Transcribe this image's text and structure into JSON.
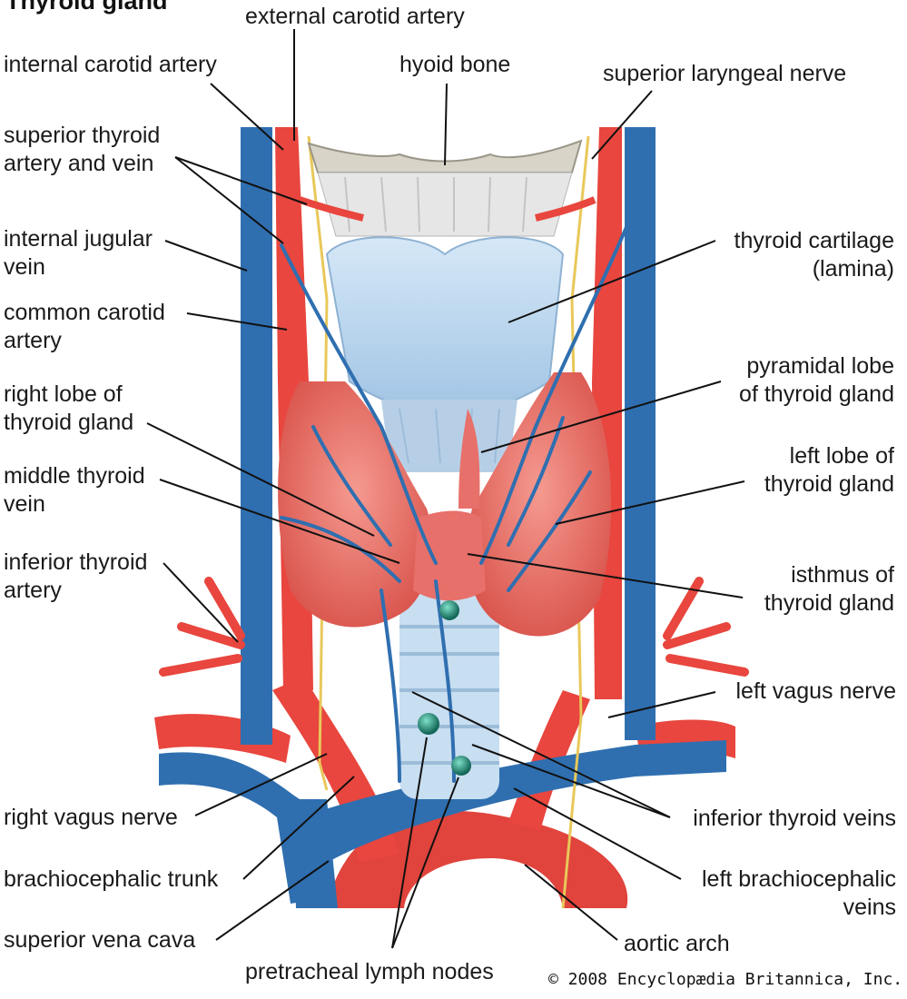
{
  "title": "Thyroid gland",
  "copyright": "© 2008 Encyclopædia Britannica, Inc.",
  "labels": {
    "external_carotid_artery": "external carotid artery",
    "internal_carotid_artery": "internal carotid artery",
    "hyoid_bone": "hyoid bone",
    "superior_laryngeal_nerve": "superior laryngeal nerve",
    "superior_thyroid_artery_vein_1": "superior thyroid",
    "superior_thyroid_artery_vein_2": "artery and vein",
    "internal_jugular_vein_1": "internal jugular",
    "internal_jugular_vein_2": "vein",
    "thyroid_cartilage_1": "thyroid cartilage",
    "thyroid_cartilage_2": "(lamina)",
    "common_carotid_artery_1": "common carotid",
    "common_carotid_artery_2": "artery",
    "pyramidal_lobe_1": "pyramidal lobe",
    "pyramidal_lobe_2": "of thyroid gland",
    "right_lobe_1": "right lobe of",
    "right_lobe_2": "thyroid gland",
    "left_lobe_1": "left lobe of",
    "left_lobe_2": "thyroid gland",
    "middle_thyroid_vein_1": "middle thyroid",
    "middle_thyroid_vein_2": "vein",
    "inferior_thyroid_artery_1": "inferior thyroid",
    "inferior_thyroid_artery_2": "artery",
    "isthmus_1": "isthmus of",
    "isthmus_2": "thyroid gland",
    "left_vagus_nerve": "left vagus nerve",
    "right_vagus_nerve": "right vagus nerve",
    "inferior_thyroid_veins": "inferior thyroid veins",
    "brachiocephalic_trunk": "brachiocephalic trunk",
    "left_brachiocephalic_veins_1": "left brachiocephalic",
    "left_brachiocephalic_veins_2": "veins",
    "superior_vena_cava": "superior vena cava",
    "aortic_arch": "aortic arch",
    "pretracheal_lymph_nodes": "pretracheal lymph nodes"
  },
  "colors": {
    "artery": "#e8463e",
    "vein": "#2f6fb0",
    "gland": "#e8706a",
    "cartilage": "#bcd6ee",
    "nerve": "#e8c85a",
    "lymph_node": "#1f8a78"
  }
}
